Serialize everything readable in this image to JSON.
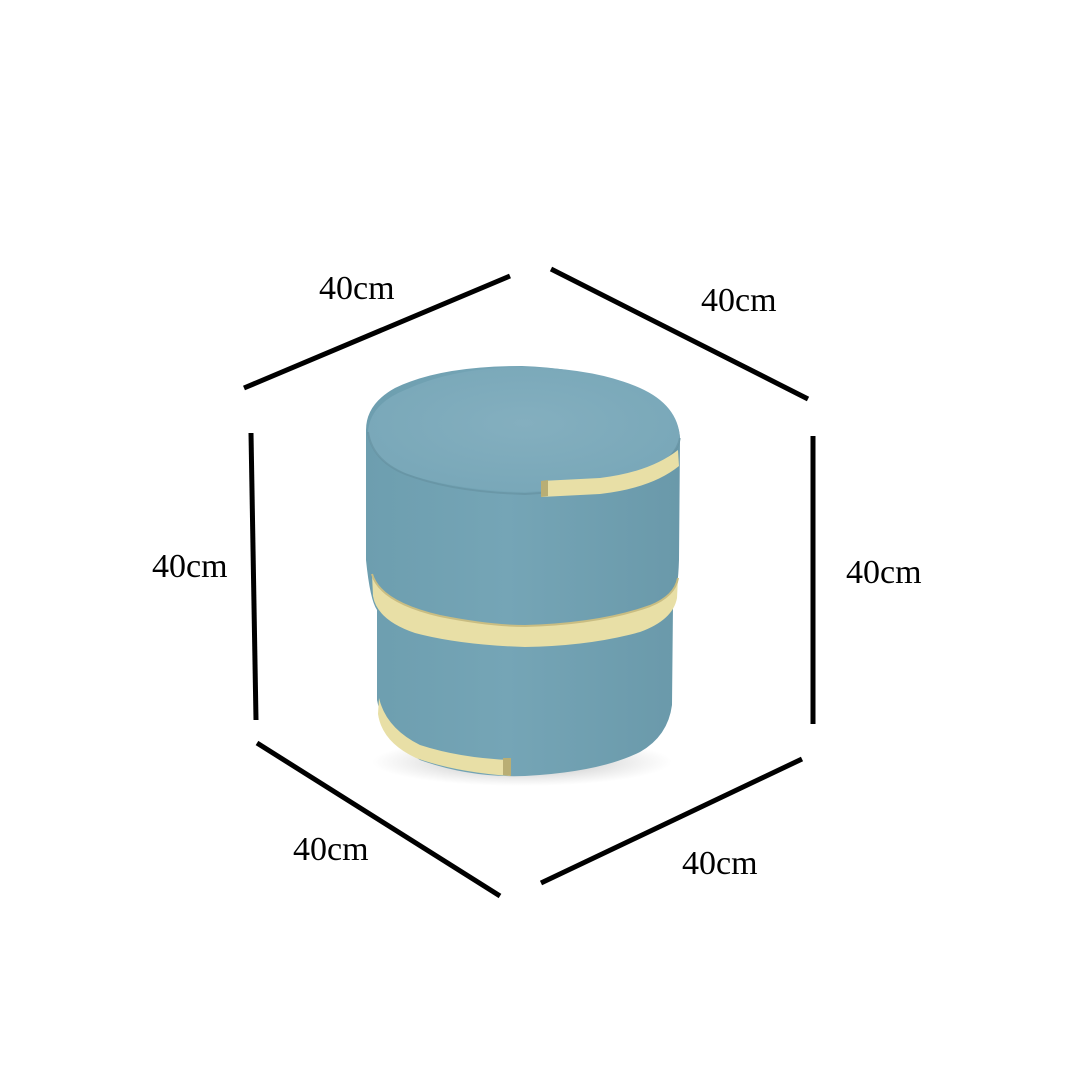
{
  "colors": {
    "background": "#ffffff",
    "lines": "#000000",
    "pouf_body": "#6f9fb0",
    "pouf_top": "#7eaaba",
    "trim": "#e8dfa6"
  },
  "dimensions": {
    "top_left": "40cm",
    "top_right": "40cm",
    "left": "40cm",
    "right": "40cm",
    "bottom_left": "40cm",
    "bottom_right": "40cm"
  }
}
